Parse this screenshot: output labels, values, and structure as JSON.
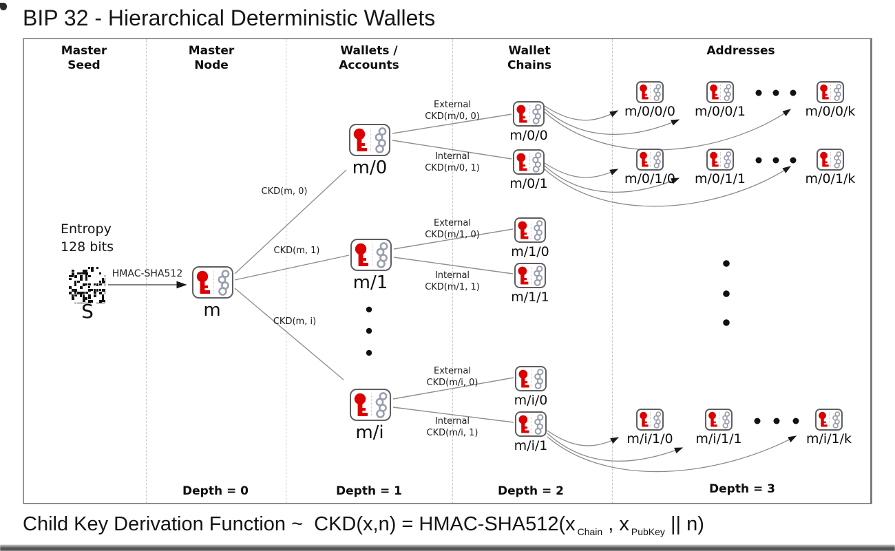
{
  "title": "BIP 32 - Hierarchical Deterministic Wallets",
  "headers": {
    "master_seed": "Master\nSeed",
    "master_node": "Master\nNode",
    "wallets_accounts": "Wallets /\nAccounts",
    "wallet_chains": "Wallet\nChains",
    "addresses": "Addresses"
  },
  "entropy": {
    "caption": "Entropy\n128 bits",
    "seed_label": "S"
  },
  "nodes": {
    "master": "m",
    "accounts": [
      "m/0",
      "m/1",
      "m/i"
    ],
    "chains": [
      "m/0/0",
      "m/0/1",
      "m/1/0",
      "m/1/1",
      "m/i/0",
      "m/i/1"
    ],
    "address_rows": [
      {
        "items": [
          "m/0/0/0",
          "m/0/0/1",
          "m/0/0/k"
        ]
      },
      {
        "items": [
          "m/0/1/0",
          "m/0/1/1",
          "m/0/1/k"
        ]
      },
      {
        "items": [
          "m/i/1/0",
          "m/i/1/1",
          "m/i/1/k"
        ]
      }
    ]
  },
  "edge_labels": {
    "hmac": "HMAC-SHA512",
    "ckd_m_0": "CKD(m, 0)",
    "ckd_m_1": "CKD(m, 1)",
    "ckd_m_i": "CKD(m, i)",
    "ext_m0": "External\nCKD(m/0, 0)",
    "int_m0": "Internal\nCKD(m/0, 1)",
    "ext_m1": "External\nCKD(m/1, 0)",
    "int_m1": "Internal\nCKD(m/1, 1)",
    "ext_mi": "External\nCKD(m/i, 0)",
    "int_mi": "Internal\nCKD(m/i, 1)"
  },
  "depths": [
    "Depth = 0",
    "Depth = 1",
    "Depth = 2",
    "Depth = 3"
  ],
  "formula": {
    "p1": "Child Key Derivation Function ~  CKD(x,n) = HMAC-SHA512(x",
    "sub1": "Chain",
    "p2": " , x",
    "sub2": "PubKey",
    "p3": " || n)"
  },
  "colors": {
    "key_red": "#dd0000",
    "chain_gray": "#9a9fae",
    "line_gray": "#909090",
    "arrowhead": "#1a1a1a"
  }
}
